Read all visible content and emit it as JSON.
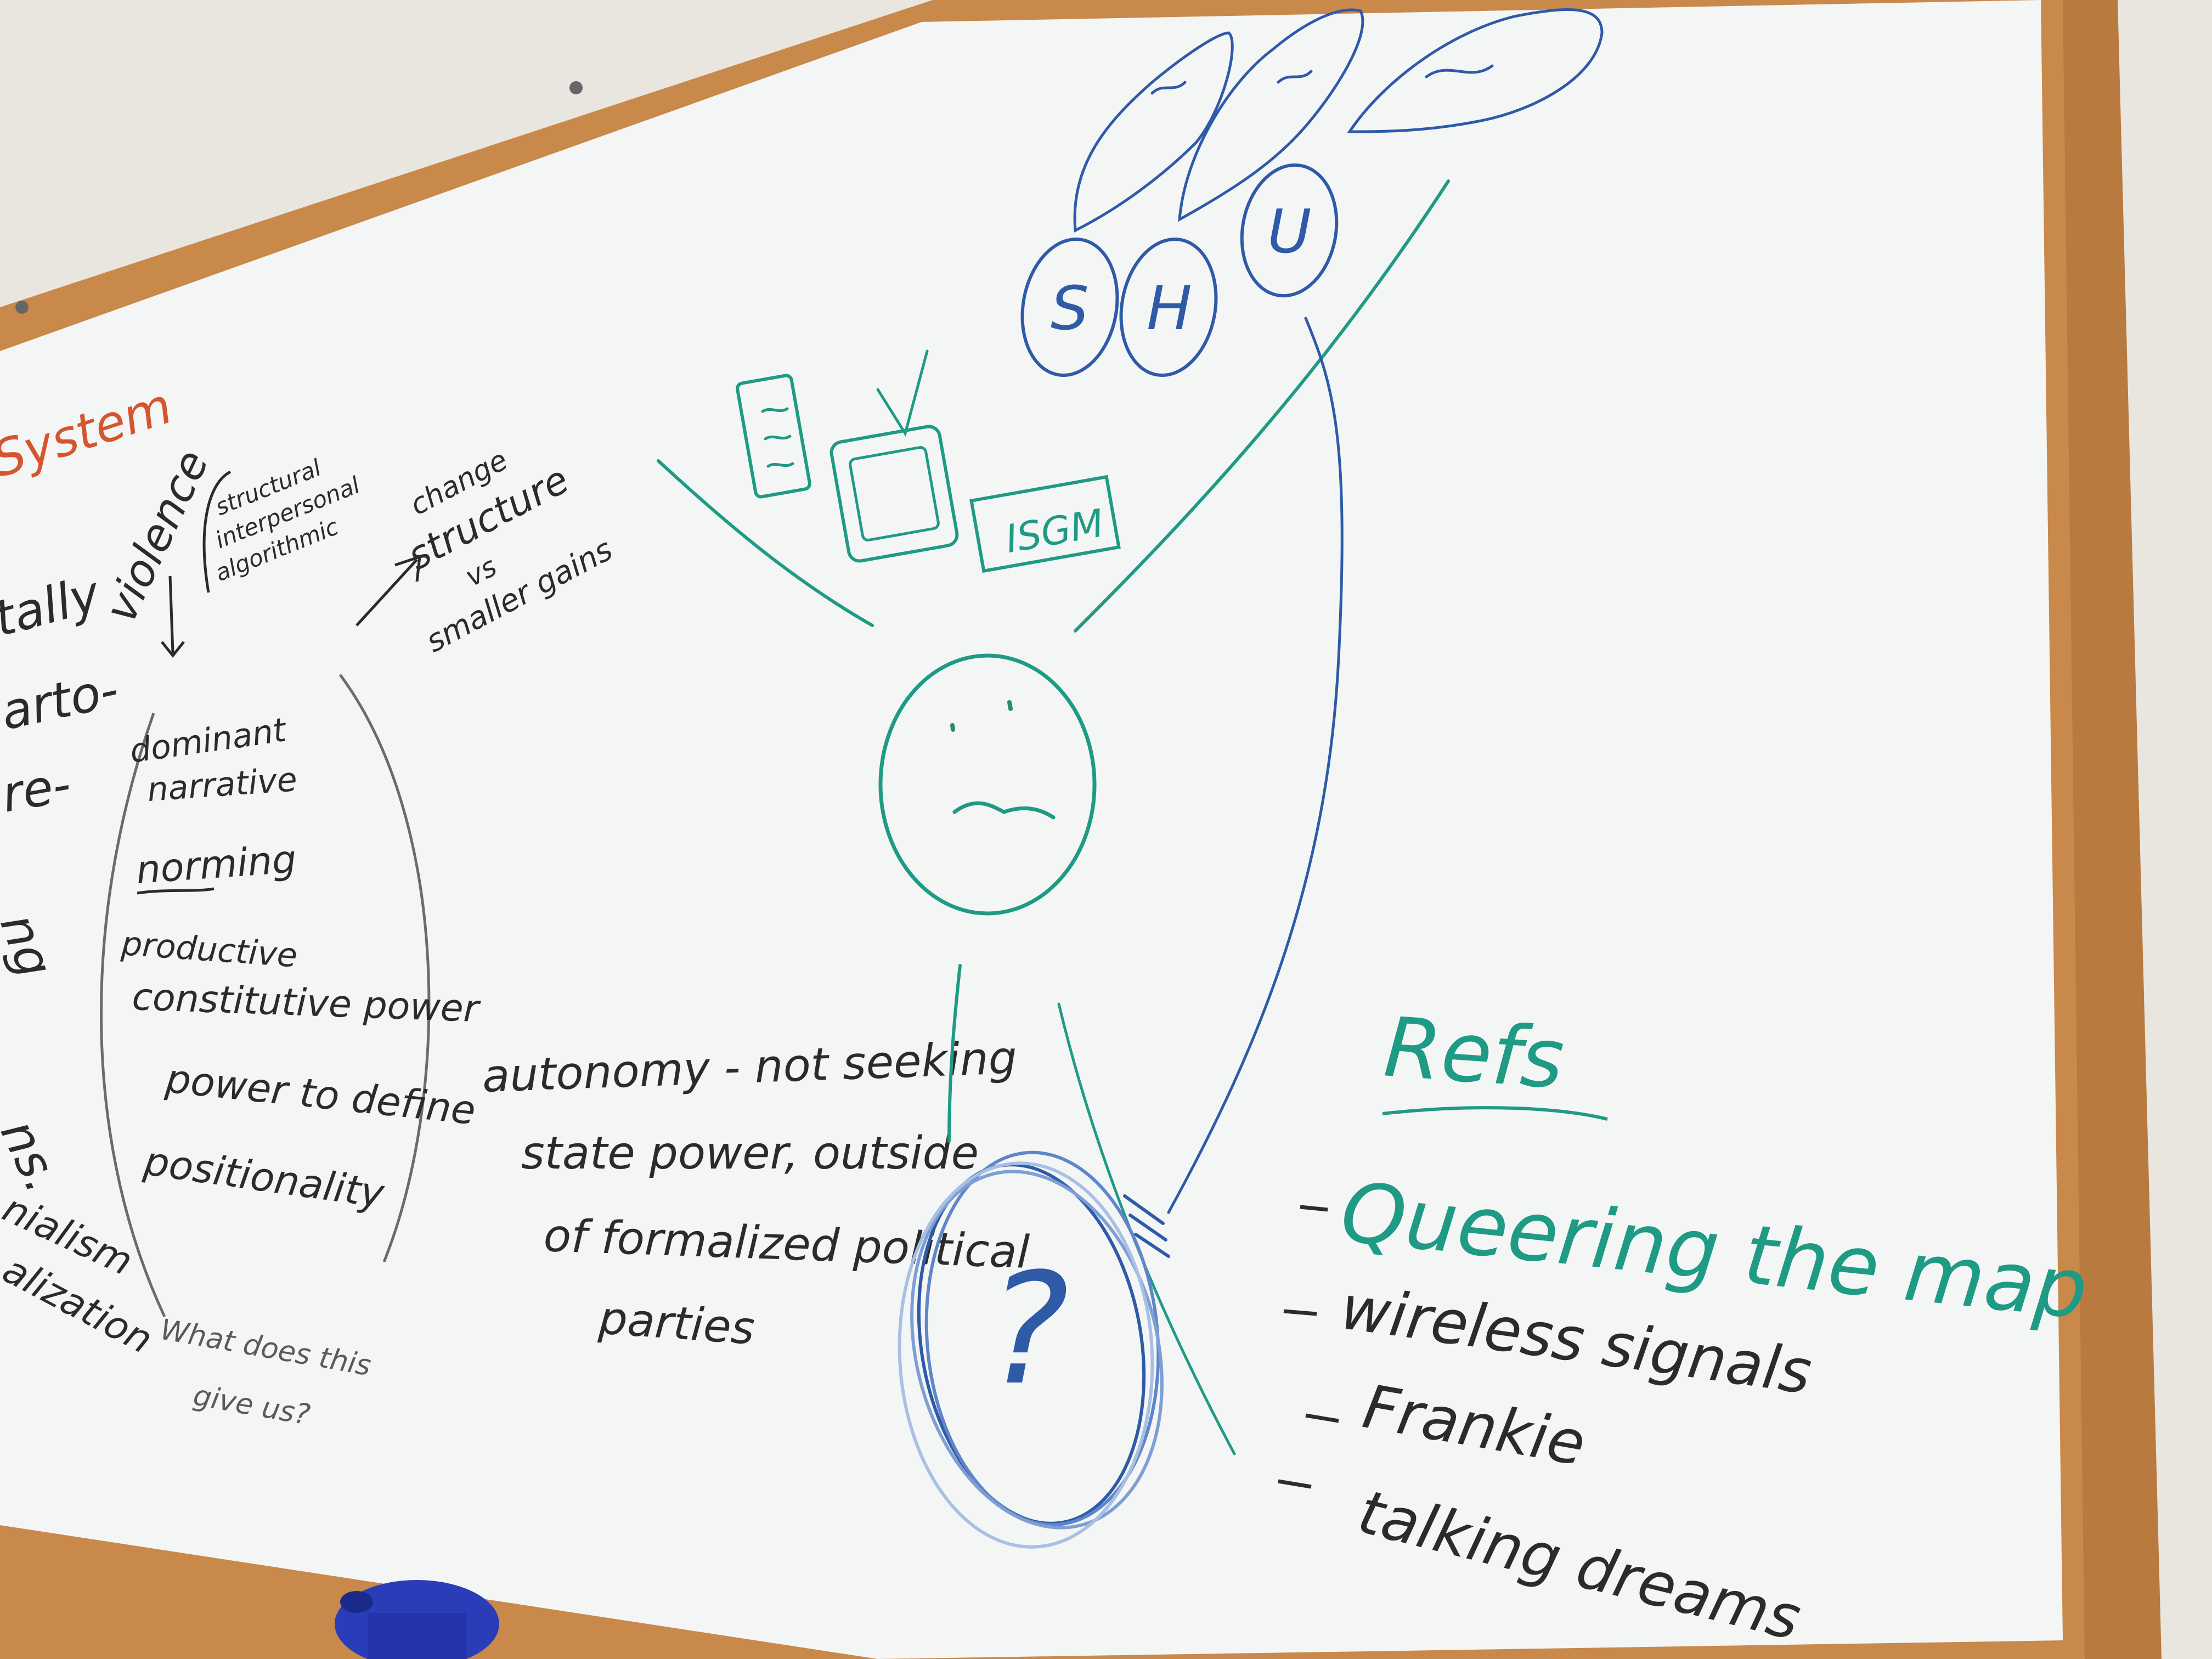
{
  "palette": {
    "wall": "#e9e6df",
    "frame": "#c9894a",
    "board": "#f4f6f5",
    "ink_black": "#2b2b2b",
    "ink_teal": "#1f9a85",
    "ink_blue": "#2e5aa8",
    "ink_red": "#d4552f"
  },
  "left_notes": {
    "system": "System",
    "fragments": [
      "tally",
      "arto-",
      "re-",
      "ng",
      "ns.",
      "nialism",
      "alization"
    ]
  },
  "power_notes": {
    "violence": "violence",
    "violence_types": [
      "structural",
      "interpersonal",
      "algorithmic"
    ],
    "change_structure": [
      "change",
      "structure",
      "vs",
      "smaller gains"
    ],
    "dominant_narrative": [
      "dominant",
      "narrative"
    ],
    "norming": "norming",
    "productive": "productive",
    "constitutive_power": "constitutive power",
    "power_to_define": "power to define",
    "positionality": "positionality",
    "question": [
      "What does this",
      "give us?"
    ]
  },
  "autonomy": {
    "lines": [
      "autonomy - not seeking",
      "state power, outside",
      "of formalized political",
      "parties"
    ]
  },
  "drawing": {
    "isgm": "ISGM",
    "circles": [
      "S",
      "H",
      "U"
    ],
    "question_mark": "?"
  },
  "refs": {
    "heading": "Refs",
    "items": [
      "Queering the map",
      "wireless signals",
      "Frankie",
      "talking dreams"
    ]
  },
  "icons": [
    "person-figure-icon",
    "tv-icon",
    "phone-icon",
    "thought-bubble-icon",
    "marker-cap-icon"
  ]
}
